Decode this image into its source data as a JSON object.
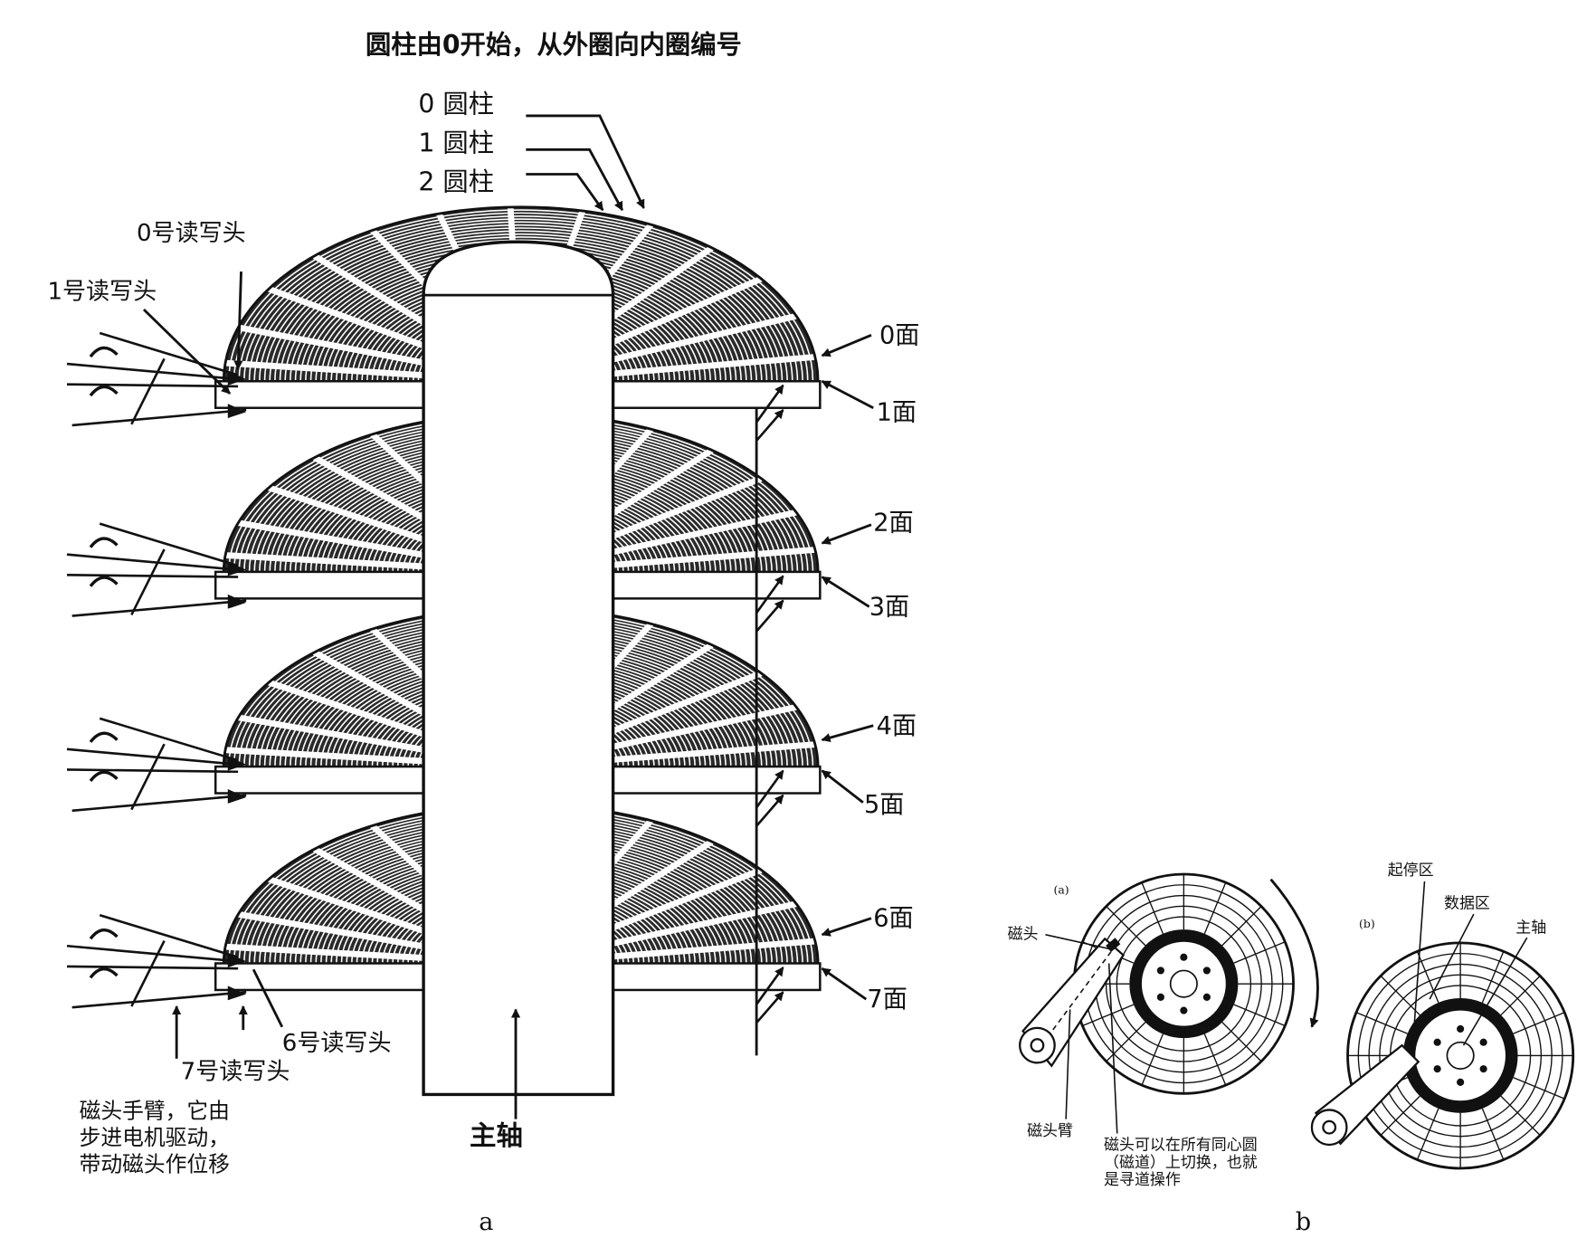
{
  "title": "圆柱由0开始，从外圈向内圈编号",
  "cylinders": [
    "0 圆柱",
    "1 圆柱",
    "2 圆柱"
  ],
  "heads": {
    "h0": "0号读写头",
    "h1": "1号读写头",
    "h6": "6号读写头",
    "h7": "7号读写头"
  },
  "surfaces": [
    "0面",
    "1面",
    "2面",
    "3面",
    "4面",
    "5面",
    "6面",
    "7面"
  ],
  "arm_note": [
    "磁头手臂，它由",
    "步进电机驱动，",
    "带动磁头作位移"
  ],
  "spindle": "主轴",
  "panel_labels": {
    "a": "a",
    "b": "b"
  },
  "right_diagram": {
    "sub_a": "(a)",
    "sub_b": "(b)",
    "head": "磁头",
    "arm": "磁头臂",
    "seek_note": [
      "磁头可以在所有同心圆",
      "（磁道）上切换，也就",
      "是寻道操作"
    ],
    "landing_zone": "起停区",
    "data_zone": "数据区",
    "spindle": "主轴"
  },
  "colors": {
    "ink": "#111111",
    "background": "#ffffff",
    "platter": "#2a2a2a"
  }
}
